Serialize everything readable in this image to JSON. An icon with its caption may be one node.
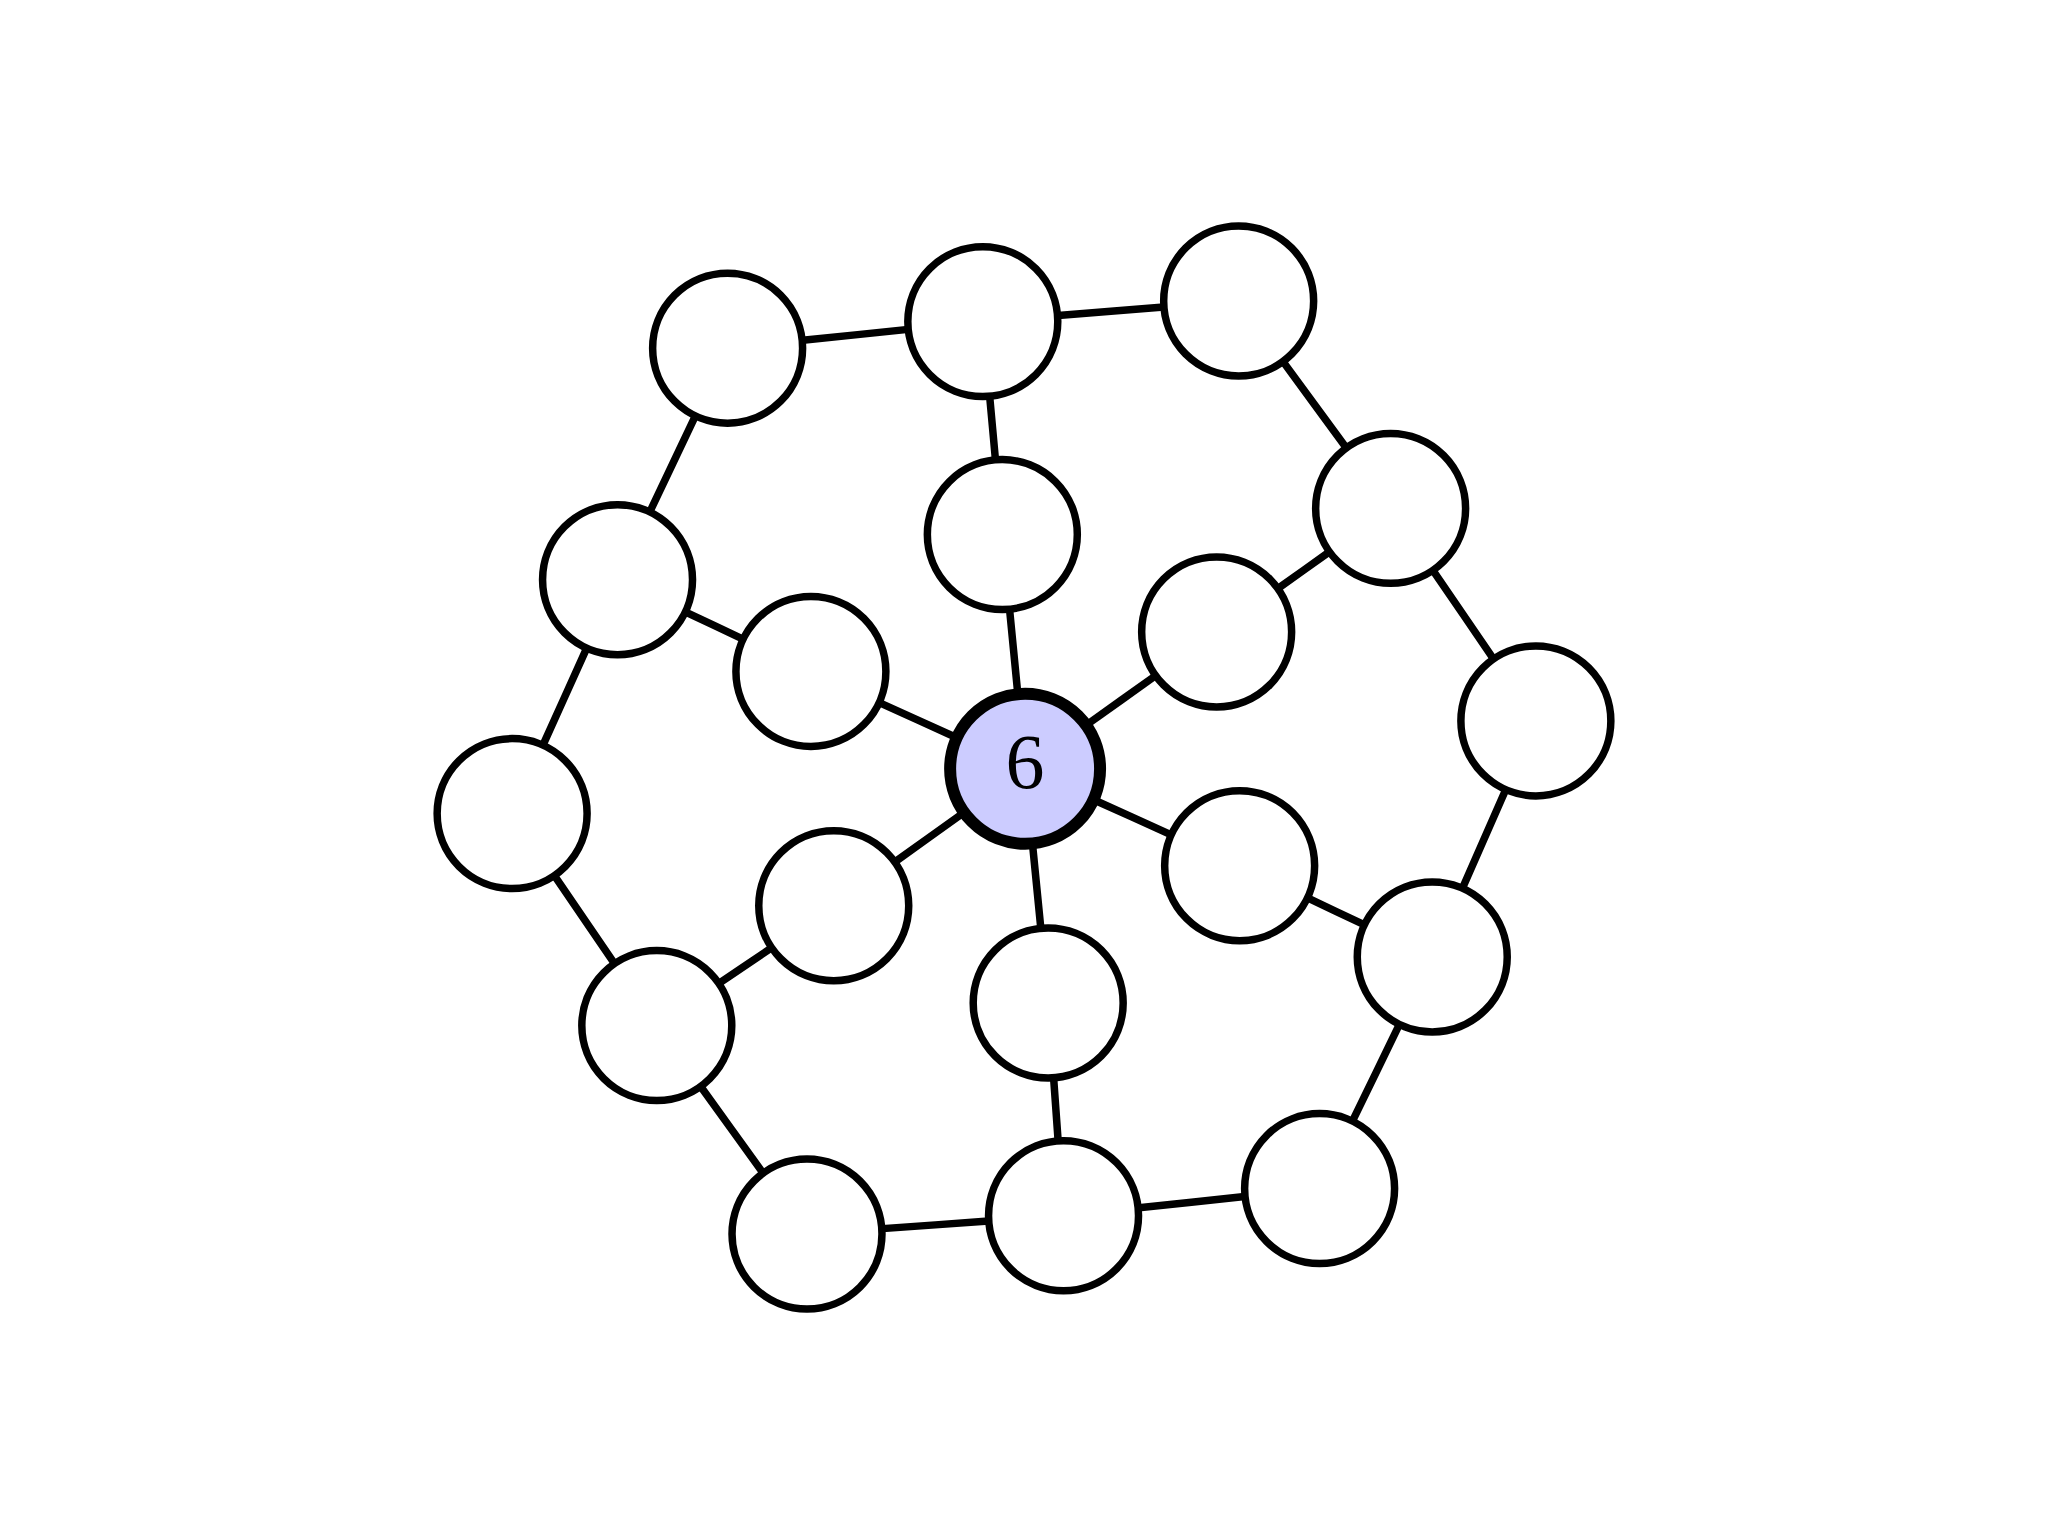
{
  "diagram": {
    "nodes": [
      {
        "text": [],
        "shape": "circle"
      },
      {
        "text": [],
        "shape": "circle"
      },
      {
        "text": [],
        "shape": "circle"
      },
      {
        "text": [],
        "shape": "circle"
      },
      {
        "text": [],
        "shape": "circle"
      },
      {
        "text": [],
        "shape": "circle"
      },
      {
        "text": [],
        "shape": "circle"
      },
      {
        "text": [],
        "shape": "circle"
      },
      {
        "text": [],
        "shape": "circle"
      },
      {
        "text": [
          "6"
        ]
      },
      {
        "text": [],
        "shape": "circle"
      },
      {
        "text": [],
        "shape": "circle"
      },
      {
        "text": [],
        "shape": "circle"
      },
      {
        "text": [],
        "shape": "circle"
      },
      {
        "text": [],
        "shape": "circle"
      },
      {
        "text": [],
        "shape": "circle"
      },
      {
        "text": [],
        "shape": "circle"
      },
      {
        "text": [],
        "shape": "circle"
      },
      {
        "text": [],
        "shape": "circle"
      }
    ],
    "edges": [
      {
        "from": 0,
        "to": 1,
        "arrow": "none"
      },
      {
        "from": 0,
        "to": 2,
        "arrow": "none"
      },
      {
        "from": 0,
        "to": 4,
        "arrow": "none"
      },
      {
        "from": 1,
        "to": 3,
        "arrow": "none"
      },
      {
        "from": 2,
        "to": 5,
        "arrow": "none"
      },
      {
        "from": 3,
        "to": 6,
        "arrow": "none"
      },
      {
        "from": 3,
        "to": 8,
        "arrow": "none"
      },
      {
        "from": 4,
        "to": 9,
        "arrow": "none"
      },
      {
        "from": 5,
        "to": 7,
        "arrow": "none"
      },
      {
        "from": 5,
        "to": 10,
        "arrow": "none"
      },
      {
        "from": 6,
        "to": 9,
        "arrow": "none"
      },
      {
        "from": 7,
        "to": 9,
        "arrow": "none"
      },
      {
        "from": 8,
        "to": 13,
        "arrow": "none"
      },
      {
        "from": 9,
        "to": 11,
        "arrow": "none"
      },
      {
        "from": 9,
        "to": 12,
        "arrow": "none"
      },
      {
        "from": 9,
        "to": 14,
        "arrow": "none"
      },
      {
        "from": 10,
        "to": 15,
        "arrow": "none"
      },
      {
        "from": 11,
        "to": 13,
        "arrow": "none"
      },
      {
        "from": 12,
        "to": 15,
        "arrow": "none"
      },
      {
        "from": 13,
        "to": 16,
        "arrow": "none"
      },
      {
        "from": 14,
        "to": 18,
        "arrow": "none"
      },
      {
        "from": 15,
        "to": 17,
        "arrow": "none"
      },
      {
        "from": 16,
        "to": 18,
        "arrow": "none"
      },
      {
        "from": 17,
        "to": 18,
        "arrow": "none"
      }
    ]
  }
}
